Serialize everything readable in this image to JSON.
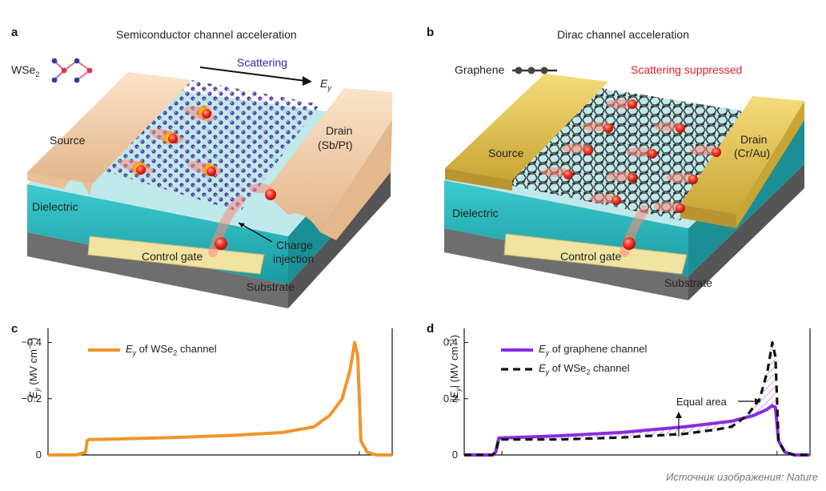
{
  "panels": {
    "a": {
      "letter": "a",
      "title": "Semiconductor channel acceleration",
      "material": "WSe",
      "material_sub": "2",
      "scatter": "Scattering",
      "field": "E",
      "field_sub": "y",
      "source": "Source",
      "drain": "Drain",
      "drain_metal": "(Sb/Pt)",
      "dielectric": "Dielectric",
      "gate": "Control gate",
      "substrate": "Substrate",
      "inj1": "Charge",
      "inj2": "injection"
    },
    "b": {
      "letter": "b",
      "title": "Dirac channel acceleration",
      "material": "Graphene",
      "scatter": "Scattering suppressed",
      "source": "Source",
      "drain": "Drain",
      "drain_metal": "(Cr/Au)",
      "dielectric": "Dielectric",
      "gate": "Control gate",
      "substrate": "Substrate"
    },
    "c": {
      "letter": "c"
    },
    "d": {
      "letter": "d",
      "annotation": "Equal area"
    }
  },
  "credit": "Источник изображения: Nature",
  "colors": {
    "wse2_orange": "#f0952a",
    "graphene_purple": "#8a2be2",
    "dielectric": "#2bb6b8",
    "substrate": "#6f6f6f",
    "gate": "#f0e2a0",
    "contact_a": "#f2cfa8",
    "contact_b": "#e0c24a"
  },
  "chart_data": [
    {
      "type": "line",
      "ylabel": "E",
      "ylabel_sub": "y",
      "ylabel_unit": "(MV cm",
      "ylim": [
        0,
        -0.45
      ],
      "yticks": [
        0,
        -0.2,
        -0.4
      ],
      "ytick_labels": [
        "0",
        "−0.2",
        "−0.4"
      ],
      "series": [
        {
          "name_main": "E",
          "name_sub": "y",
          "name_rest": " of WSe",
          "name_sub2": "2",
          "name_tail": " channel",
          "color": "#f0952a",
          "x": [
            0,
            0.09,
            0.12,
            0.125,
            0.13,
            0.2,
            0.4,
            0.6,
            0.75,
            0.85,
            0.9,
            0.94,
            0.965,
            0.98,
            0.99,
            1.0,
            1.02,
            1.05,
            1.1
          ],
          "values": [
            0,
            0,
            -0.01,
            -0.05,
            -0.055,
            -0.056,
            -0.062,
            -0.07,
            -0.08,
            -0.1,
            -0.14,
            -0.2,
            -0.3,
            -0.4,
            -0.35,
            -0.05,
            -0.01,
            0,
            0
          ]
        }
      ],
      "grid": false
    },
    {
      "type": "line",
      "ylabel": "|E",
      "ylabel_sub": "y",
      "ylabel_unit": "| (MV cm",
      "ylim": [
        0,
        0.45
      ],
      "yticks": [
        0,
        0.2,
        0.4
      ],
      "ytick_labels": [
        "0",
        "0.2",
        "0.4"
      ],
      "series": [
        {
          "name_main": "E",
          "name_sub": "y",
          "name_rest": " of graphene channel",
          "color": "#8a2be2",
          "style": "solid",
          "x": [
            0,
            0.09,
            0.1,
            0.11,
            0.3,
            0.5,
            0.7,
            0.85,
            0.92,
            0.96,
            0.98,
            0.99,
            1.0,
            1.02,
            1.05,
            1.1
          ],
          "values": [
            0,
            0,
            0.01,
            0.06,
            0.068,
            0.08,
            0.1,
            0.12,
            0.14,
            0.16,
            0.175,
            0.17,
            0.05,
            0.01,
            0,
            0
          ]
        },
        {
          "name_main": "E",
          "name_sub": "y",
          "name_rest": " of WSe",
          "name_sub2": "2",
          "name_tail": " channel",
          "color": "#111111",
          "style": "dashed",
          "x": [
            0,
            0.09,
            0.1,
            0.11,
            0.3,
            0.5,
            0.7,
            0.8,
            0.85,
            0.9,
            0.94,
            0.965,
            0.98,
            0.99,
            1.0,
            1.02,
            1.05,
            1.1
          ],
          "values": [
            0,
            0,
            0.01,
            0.055,
            0.055,
            0.062,
            0.075,
            0.09,
            0.1,
            0.14,
            0.2,
            0.3,
            0.4,
            0.35,
            0.05,
            0.01,
            0,
            0
          ]
        }
      ],
      "grid": false
    }
  ]
}
